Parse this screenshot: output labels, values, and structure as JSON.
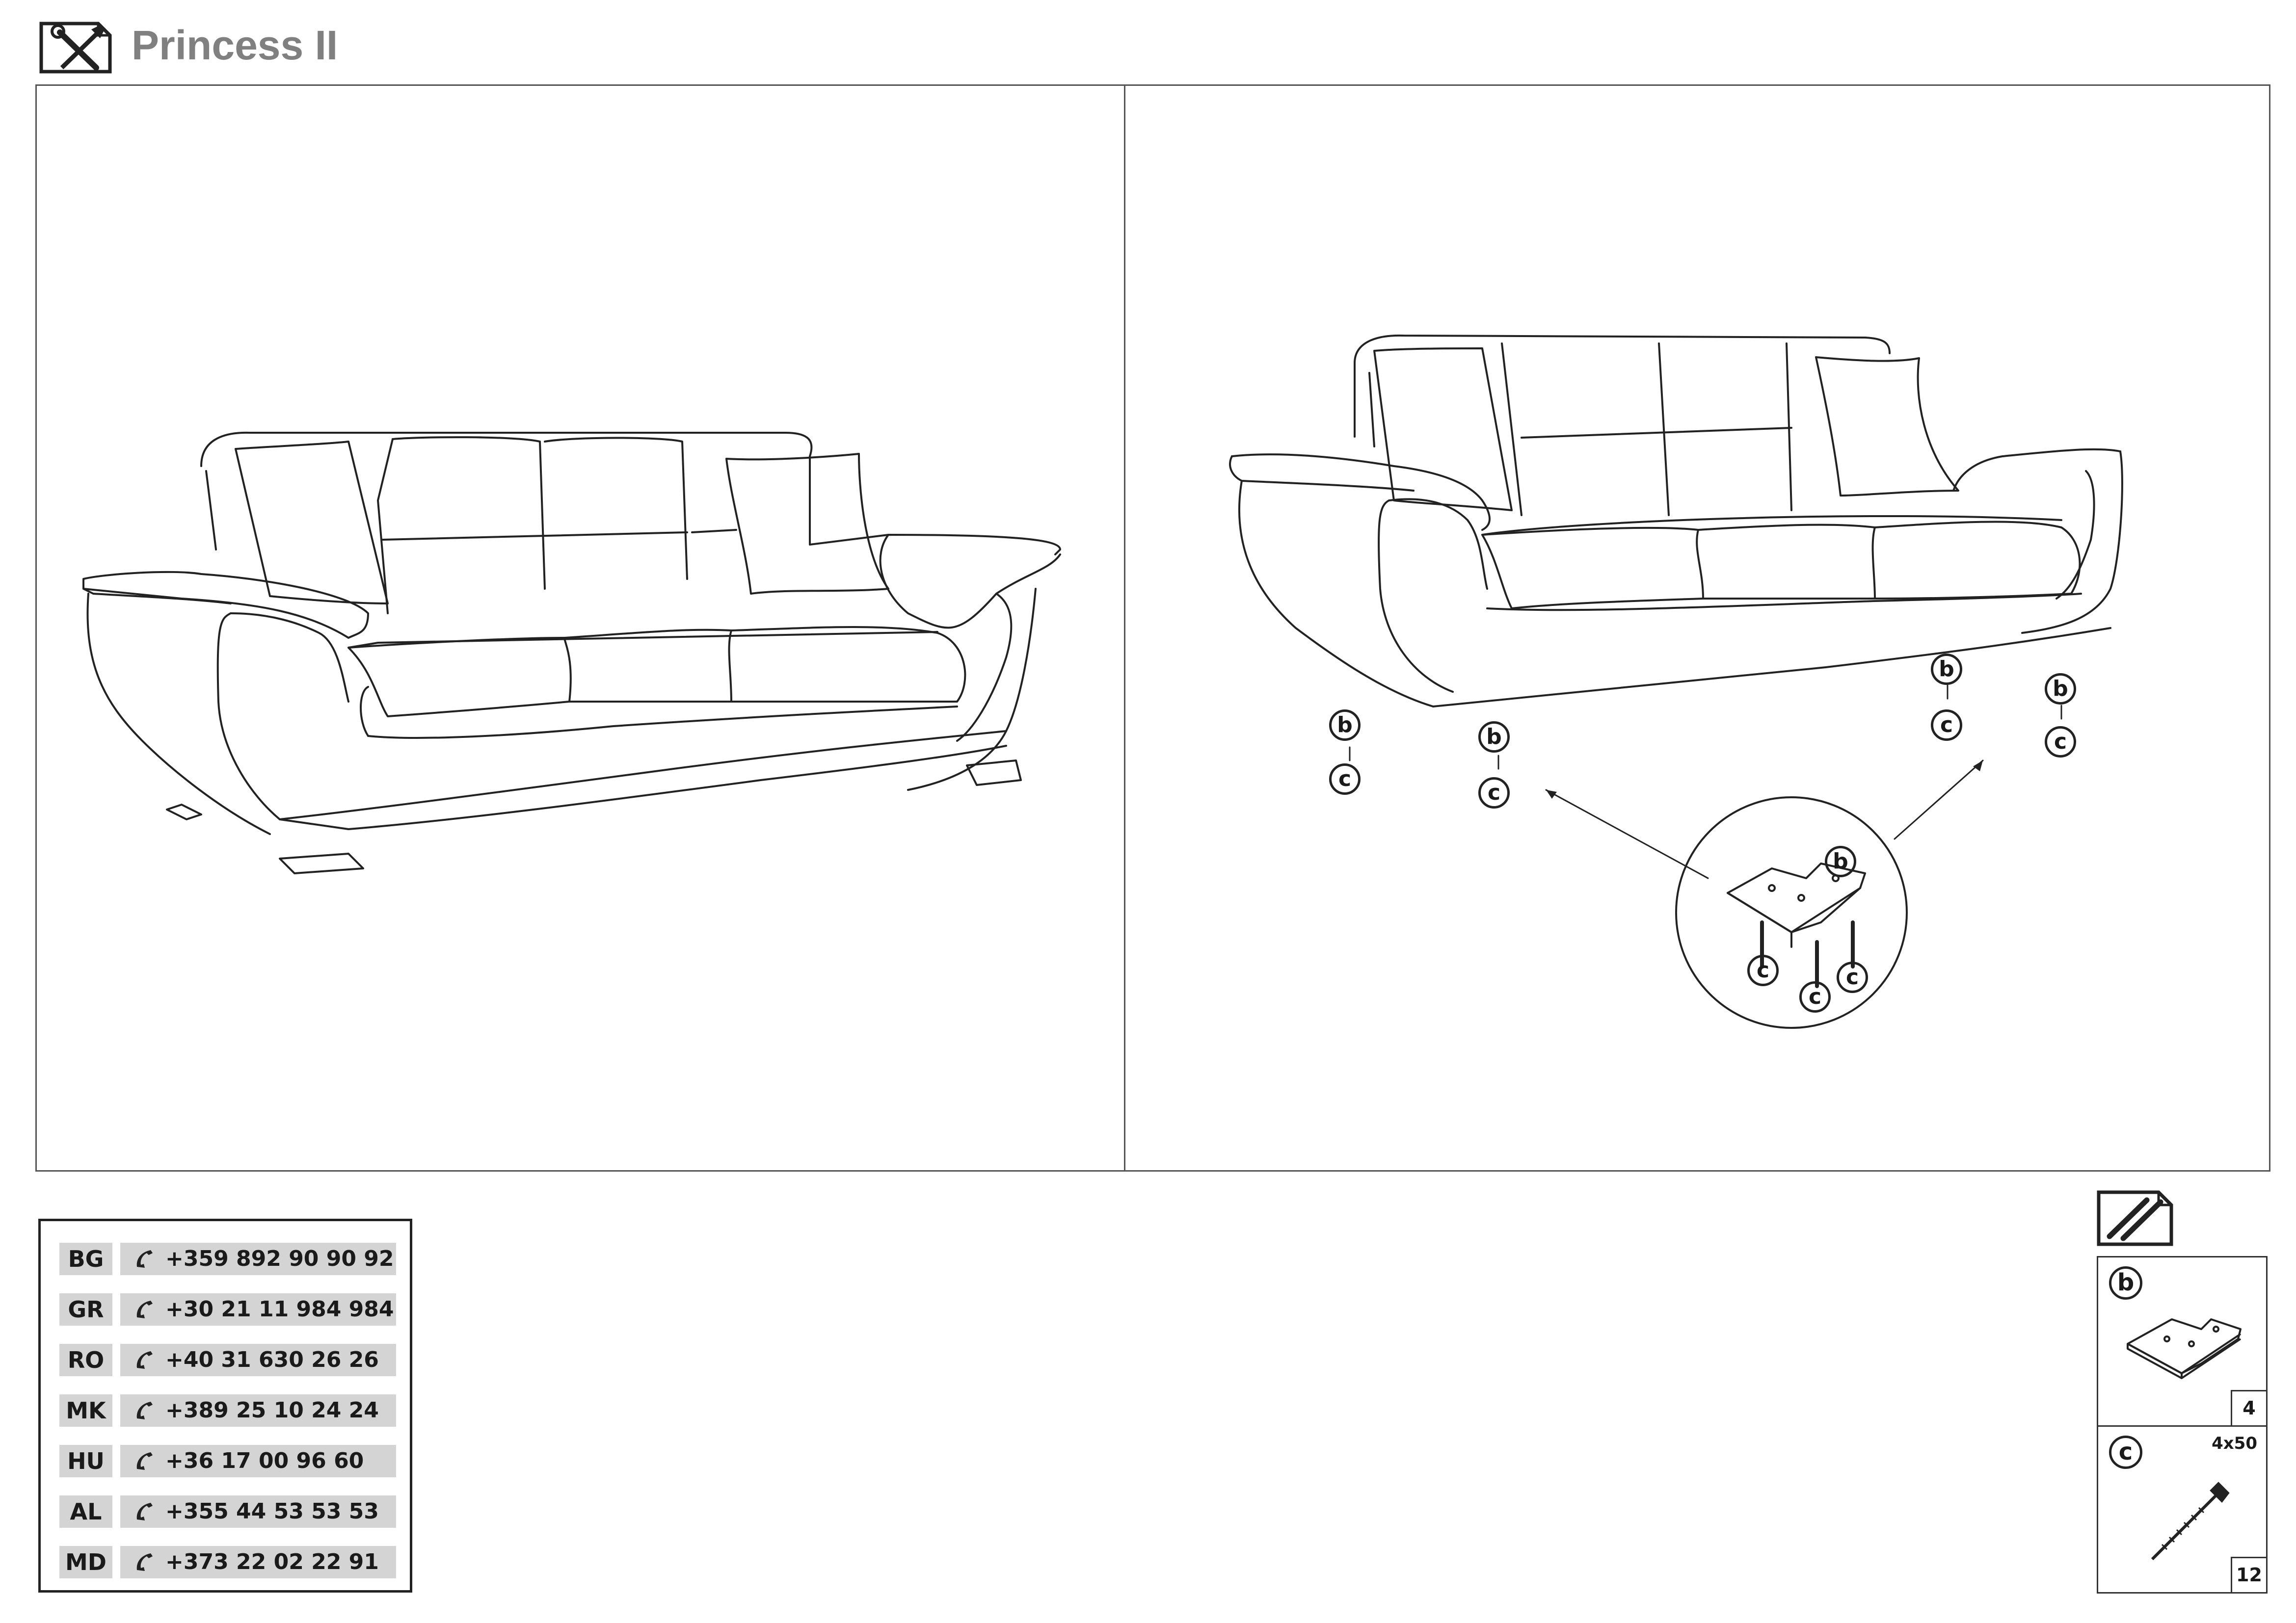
{
  "header": {
    "title": "Princess II",
    "icon": "tools-icon"
  },
  "callouts": {
    "bracket_letter": "b",
    "screw_letter": "c"
  },
  "contacts": [
    {
      "code": "BG",
      "phone": "+359 892 90 90 92"
    },
    {
      "code": "GR",
      "phone": "+30 21 11 984 984"
    },
    {
      "code": "RO",
      "phone": "+40 31 630 26 26"
    },
    {
      "code": "MK",
      "phone": "+389 25 10 24 24"
    },
    {
      "code": "HU",
      "phone": "+36 17 00 96 60"
    },
    {
      "code": "AL",
      "phone": "+355 44 53 53 53"
    },
    {
      "code": "MD",
      "phone": "+373 22 02 22 91"
    }
  ],
  "parts": {
    "icon": "parts-list-icon",
    "items": [
      {
        "letter": "b",
        "qty": "4",
        "size": "",
        "icon": "corner-bracket-icon"
      },
      {
        "letter": "c",
        "qty": "12",
        "size": "4x50",
        "icon": "screw-icon"
      }
    ]
  }
}
